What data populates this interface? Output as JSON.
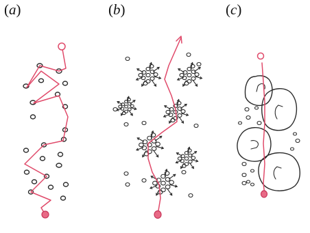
{
  "panels": [
    {
      "key": "a",
      "label_open": "(",
      "label_letter": "a",
      "label_close": ")"
    },
    {
      "key": "b",
      "label_open": "(",
      "label_letter": "b",
      "label_close": ")"
    },
    {
      "key": "c",
      "label_open": "(",
      "label_letter": "c",
      "label_close": ")"
    }
  ],
  "colors": {
    "ink": "#2a2a2a",
    "path": "#e04a6a",
    "background": "#ffffff"
  }
}
